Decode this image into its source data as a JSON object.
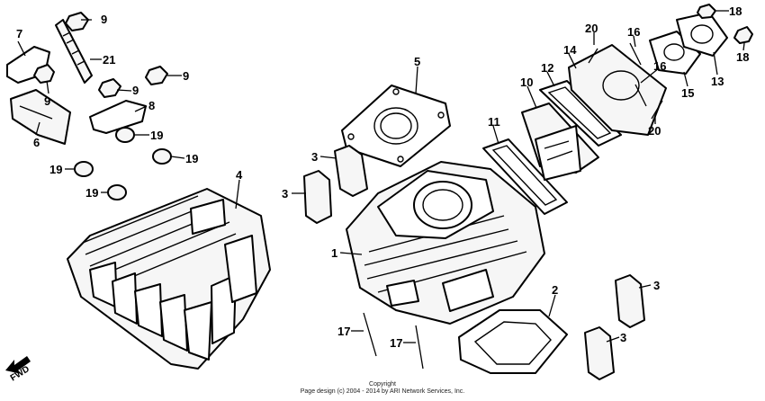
{
  "diagram": {
    "type": "exploded-parts-diagram",
    "callouts": [
      "1",
      "2",
      "3",
      "4",
      "5",
      "6",
      "7",
      "8",
      "9",
      "10",
      "11",
      "12",
      "13",
      "14",
      "15",
      "16",
      "17",
      "18",
      "19",
      "20",
      "21"
    ],
    "labels": {
      "n1": "1",
      "n2": "2",
      "n3a": "3",
      "n3b": "3",
      "n3c": "3",
      "n3d": "3",
      "n4": "4",
      "n5": "5",
      "n6": "6",
      "n7": "7",
      "n8": "8",
      "n9a": "9",
      "n9b": "9",
      "n9c": "9",
      "n9d": "9",
      "n10": "10",
      "n11": "11",
      "n12": "12",
      "n13": "13",
      "n14": "14",
      "n15": "15",
      "n16a": "16",
      "n16b": "16",
      "n17a": "17",
      "n17b": "17",
      "n18a": "18",
      "n18b": "18",
      "n19a": "19",
      "n19b": "19",
      "n19c": "19",
      "n19d": "19",
      "n20a": "20",
      "n20b": "20",
      "n21": "21"
    },
    "direction_marker": "FWD"
  },
  "footer": {
    "line1": "Copyright",
    "line2": "Page design (c) 2004 - 2014 by ARI Network Services, Inc."
  }
}
